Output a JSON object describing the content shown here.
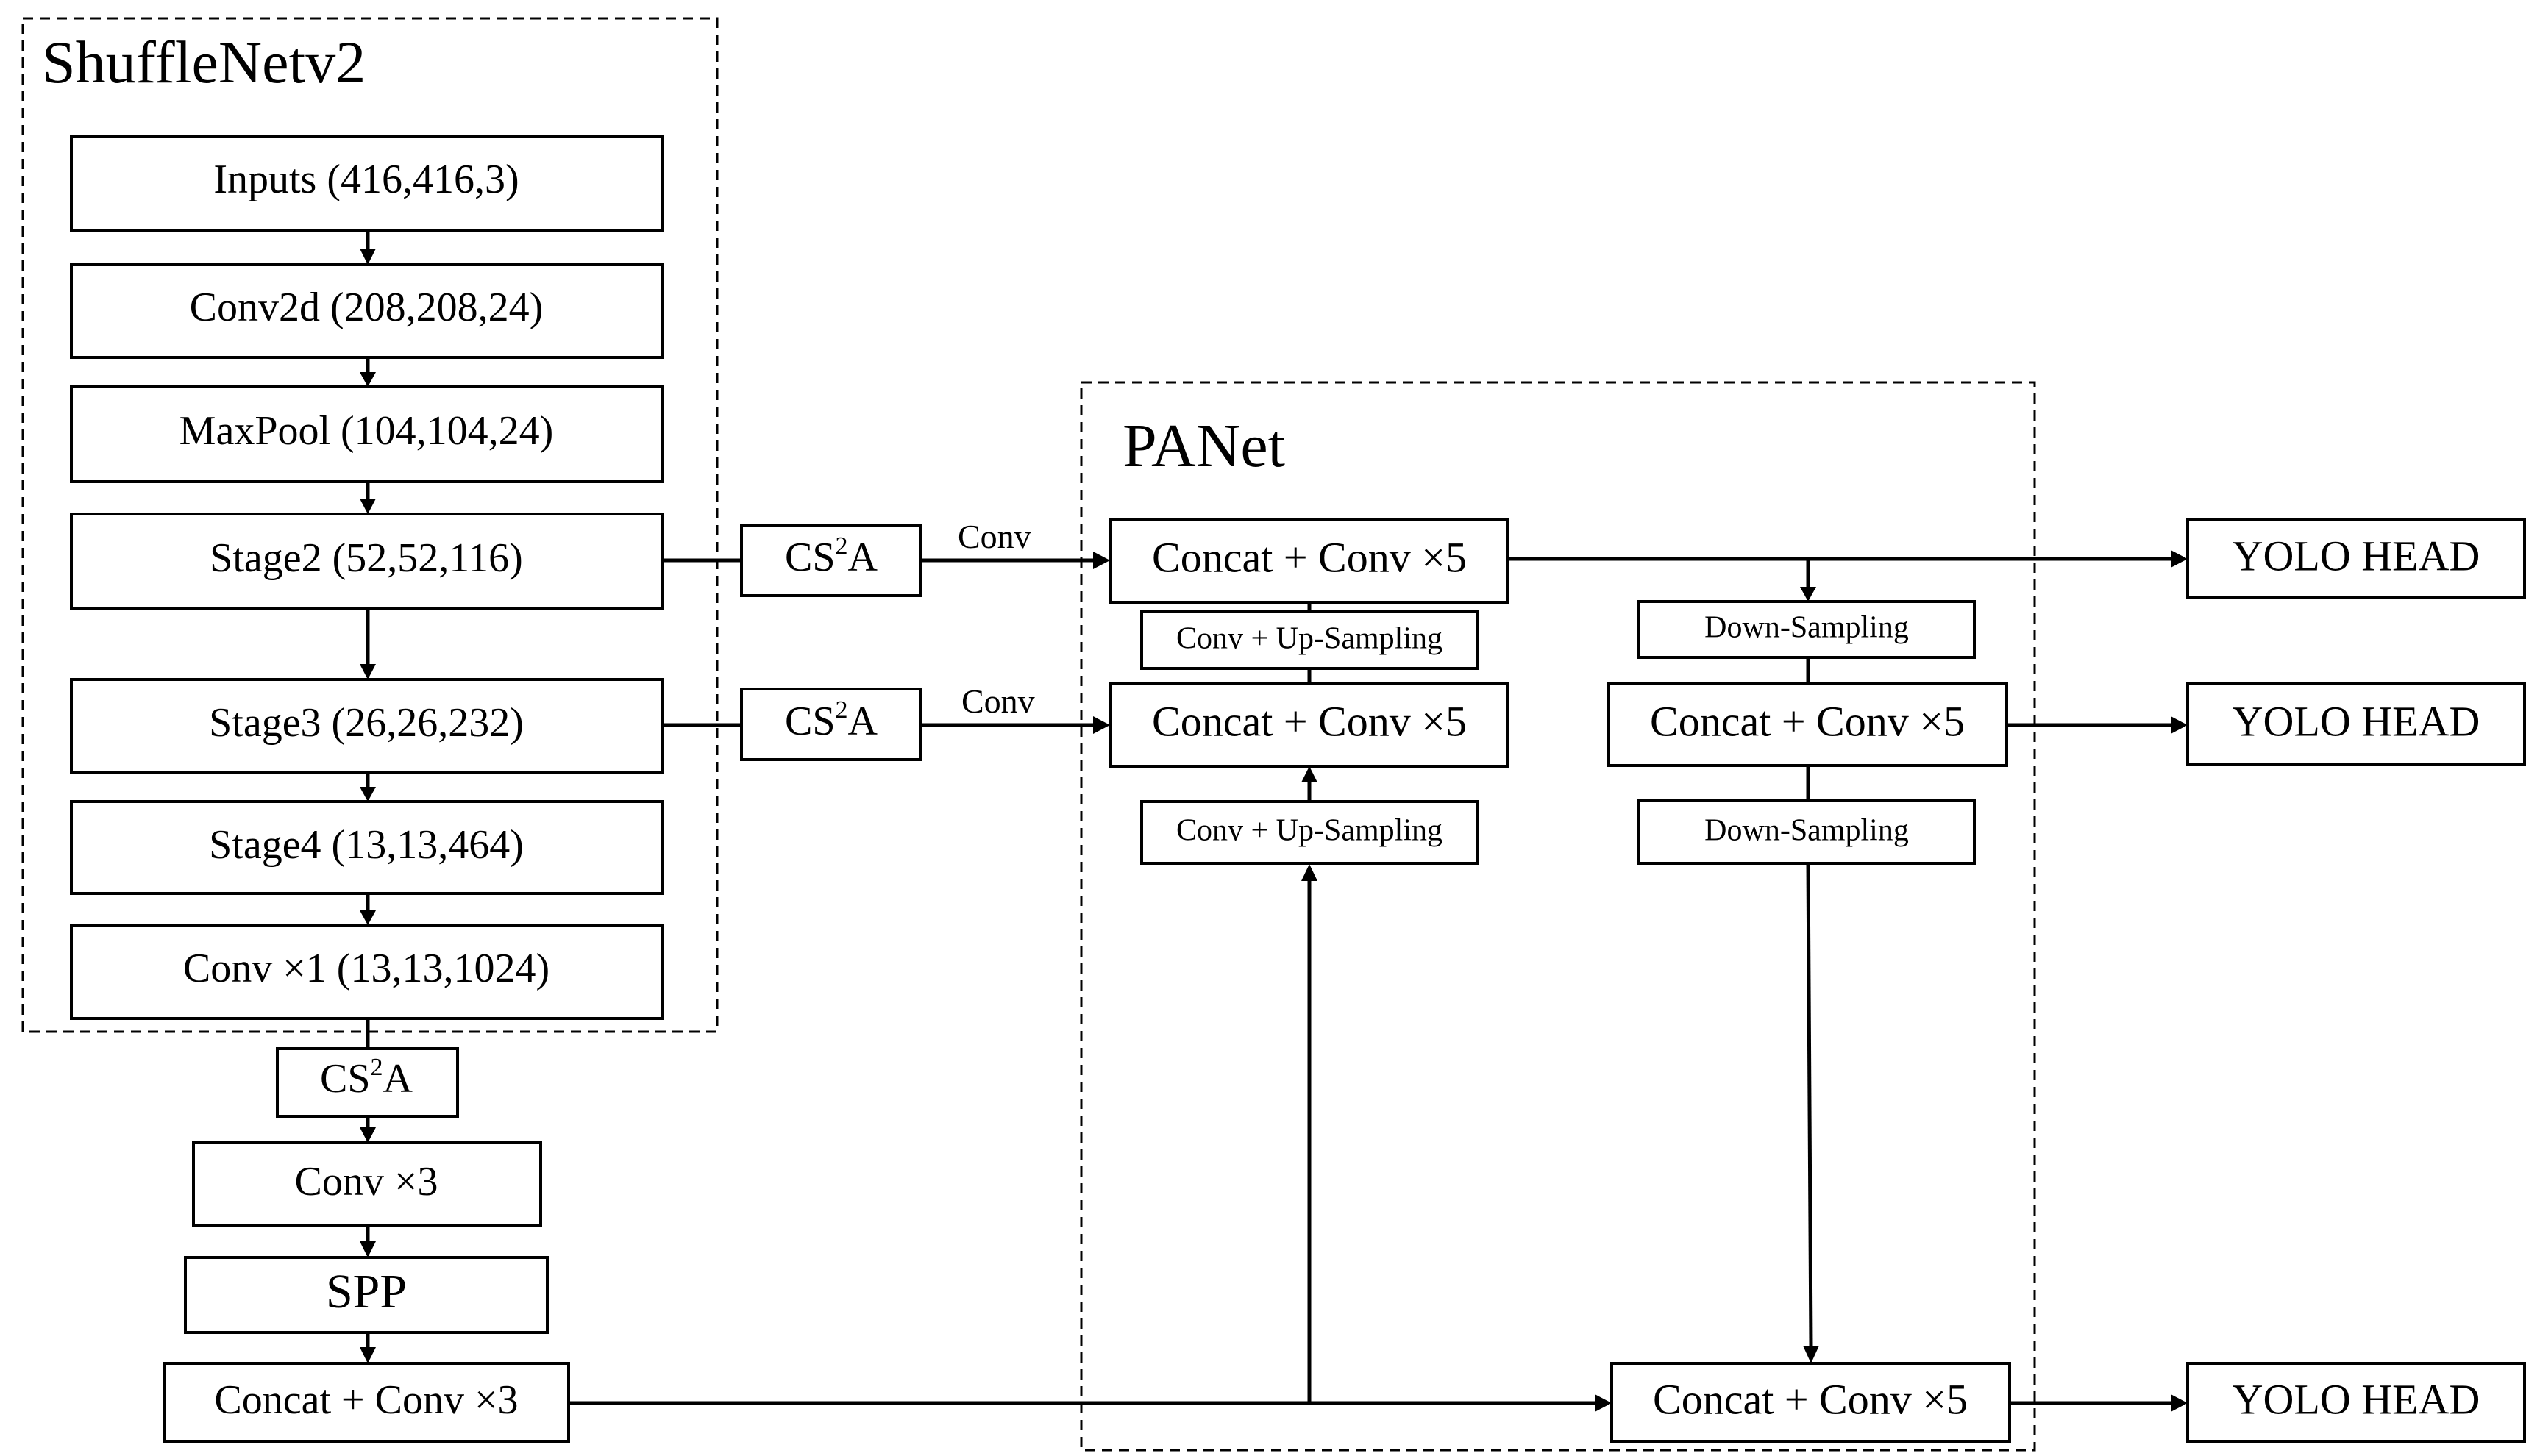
{
  "groups": {
    "backbone_title": "ShuffleNetv2",
    "neck_title": "PANet"
  },
  "nodes": {
    "inputs": "Inputs (416,416,3)",
    "conv2d": "Conv2d (208,208,24)",
    "maxpool": "MaxPool (104,104,24)",
    "stage2": "Stage2 (52,52,116)",
    "stage3": "Stage3 (26,26,232)",
    "stage4": "Stage4 (13,13,464)",
    "conv_x1": "Conv ×1 (13,13,1024)",
    "cs2a_bottom_base": "CS",
    "cs2a_bottom_sup": "2",
    "cs2a_bottom_tail": "A",
    "conv_x3": "Conv ×3",
    "spp": "SPP",
    "concat_conv_x3": "Concat + Conv ×3",
    "cs2a_1_base": "CS",
    "cs2a_1_sup": "2",
    "cs2a_1_tail": "A",
    "cs2a_2_base": "CS",
    "cs2a_2_sup": "2",
    "cs2a_2_tail": "A",
    "concat_top_left": "Concat + Conv ×5",
    "conv_upsampling_1": "Conv + Up-Sampling",
    "concat_mid_left": "Concat + Conv ×5",
    "conv_upsampling_2": "Conv + Up-Sampling",
    "down_sampling_1": "Down-Sampling",
    "concat_mid_right": "Concat + Conv ×5",
    "down_sampling_2": "Down-Sampling",
    "concat_bottom_right": "Concat + Conv ×5",
    "yolo_head_1": "YOLO HEAD",
    "yolo_head_2": "YOLO HEAD",
    "yolo_head_3": "YOLO HEAD"
  },
  "edge_labels": {
    "conv_1": "Conv",
    "conv_2": "Conv"
  }
}
